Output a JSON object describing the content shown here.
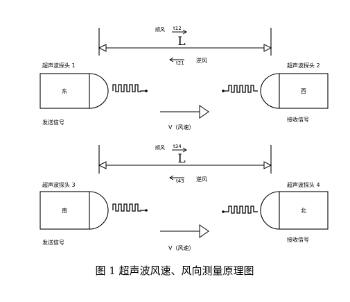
{
  "pairs": [
    {
      "downwind_label": "顺风",
      "downwind_time": "t12",
      "upwind_time": "t21",
      "upwind_label": "逆风",
      "distance_label": "L",
      "probe_left_title": "超声波探头 1",
      "probe_left_dir": "东",
      "probe_left_role": "发送信号",
      "probe_right_title": "超声波探头 2",
      "probe_right_dir": "西",
      "probe_right_role": "接收信号",
      "wind_label": "V（风速）"
    },
    {
      "downwind_label": "顺风",
      "downwind_time": "t34",
      "upwind_time": "t43",
      "upwind_label": "逆风",
      "distance_label": "L",
      "probe_left_title": "超声波探头 3",
      "probe_left_dir": "南",
      "probe_left_role": "发送信号",
      "probe_right_title": "超声波探头 4",
      "probe_right_dir": "北",
      "probe_right_role": "接收信号",
      "wind_label": "V（风速）"
    }
  ],
  "caption": "图 1  超声波风速、风向测量原理图"
}
